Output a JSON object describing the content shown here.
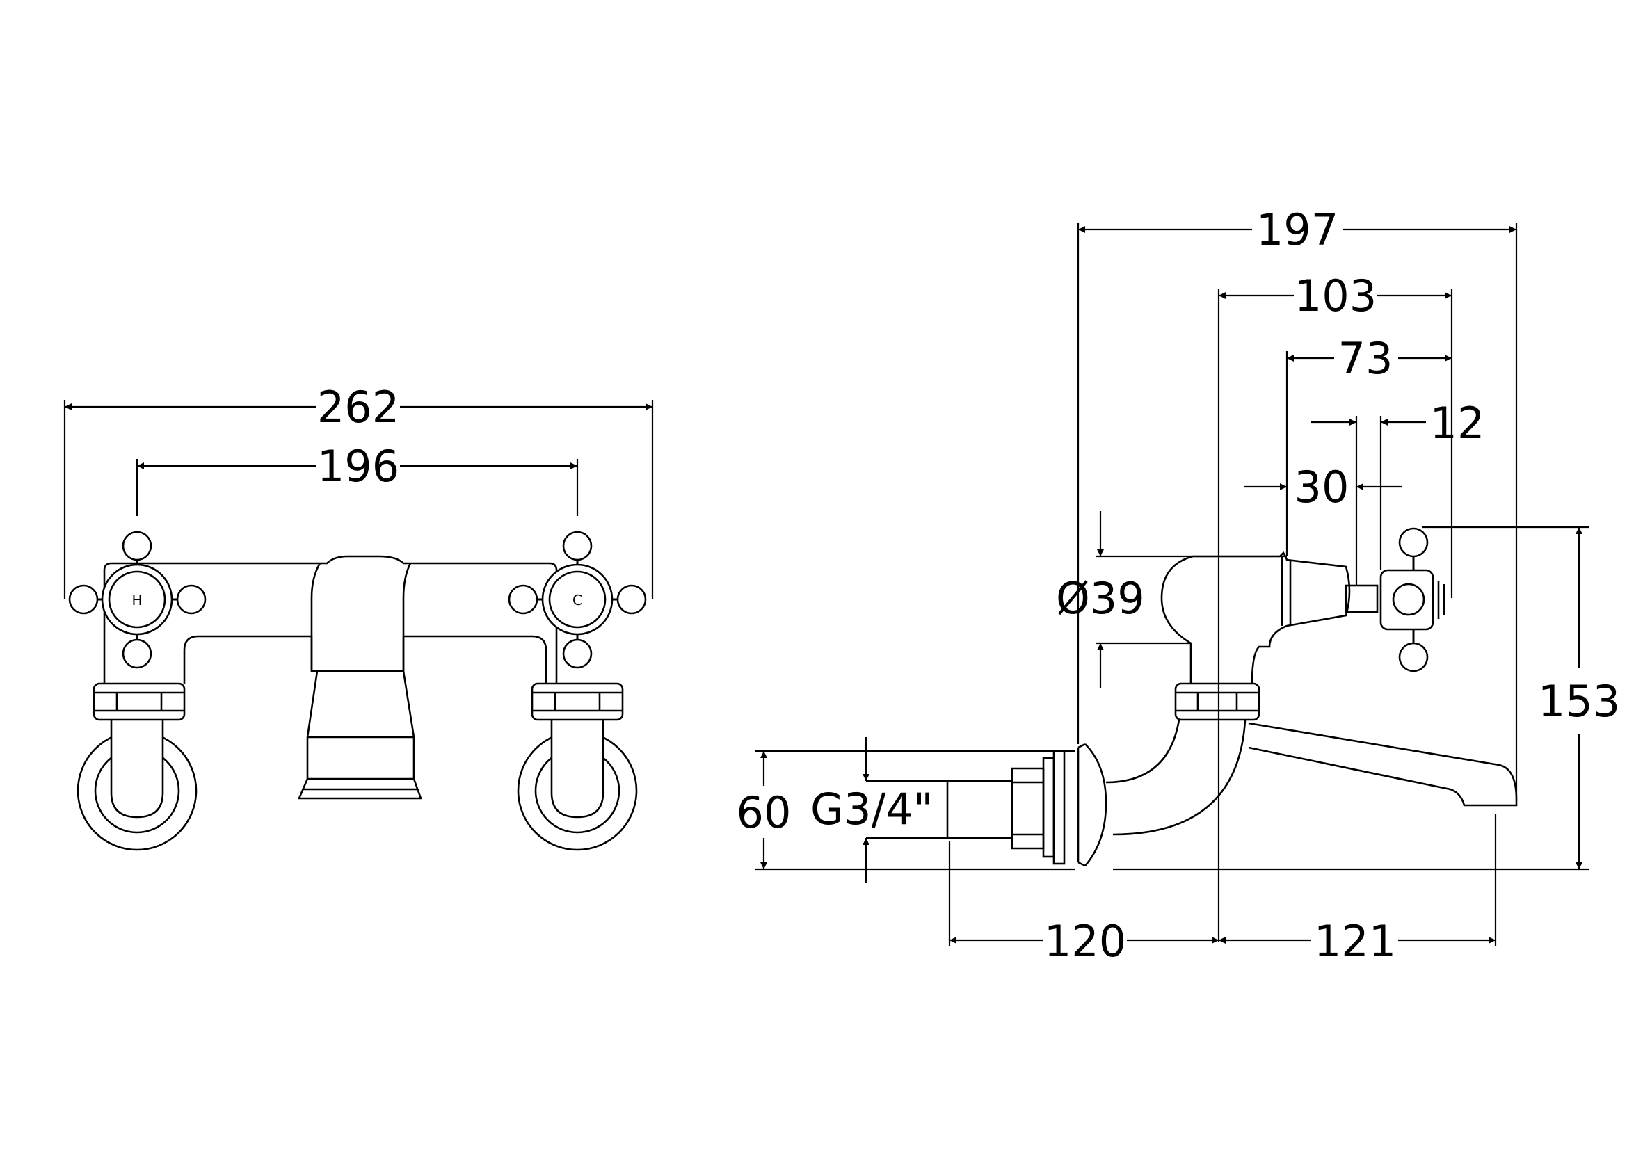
{
  "front_view": {
    "overall_width": "262",
    "handle_centers": "196",
    "hot_marker": "H",
    "cold_marker": "C"
  },
  "side_view": {
    "overall_depth": "197",
    "d103": "103",
    "d73": "73",
    "d12": "12",
    "d30": "30",
    "diameter": "Ø39",
    "height": "153",
    "flange": "60",
    "thread": "G3/4\"",
    "d120": "120",
    "d121": "121"
  }
}
